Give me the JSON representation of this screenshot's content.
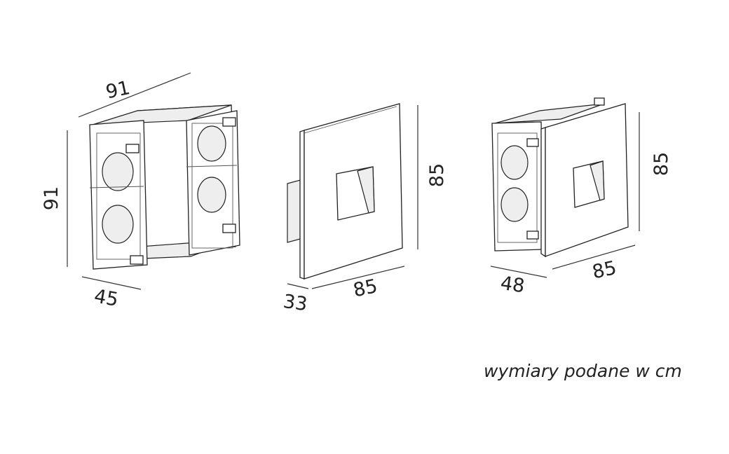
{
  "box": {
    "width": "91",
    "height": "91",
    "depth": "45"
  },
  "cover": {
    "height": "85",
    "width": "85",
    "depth": "33"
  },
  "assembled": {
    "height": "85",
    "width": "85",
    "depth": "48"
  },
  "note": "wymiary podane w cm"
}
